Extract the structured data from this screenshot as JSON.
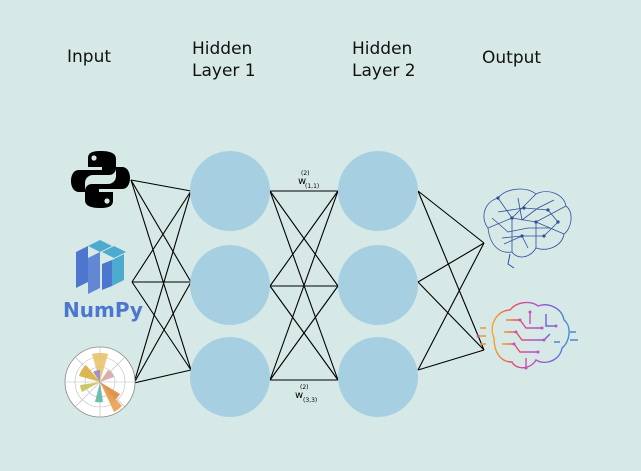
{
  "layers": {
    "input": "Input",
    "hidden1": "Hidden\nLayer 1",
    "hidden2": "Hidden\nLayer 2",
    "output": "Output"
  },
  "weights": {
    "top": {
      "w": "w",
      "sup": "(2)",
      "sub": "(1,1)"
    },
    "bottom": {
      "w": "w",
      "sup": "(2)",
      "sub": "(3,3)"
    }
  },
  "inputs": [
    {
      "icon": "python-logo-icon"
    },
    {
      "icon": "numpy-logo-icon",
      "text": "NumPy"
    },
    {
      "icon": "polar-chart-icon"
    }
  ],
  "outputs": [
    {
      "icon": "wireframe-brain-icon"
    },
    {
      "icon": "circuit-brain-icon"
    }
  ],
  "colors": {
    "background": "#d6e9e7",
    "node": "#a6cfe2",
    "numpy": "#4d77cf",
    "numpy_cube": "#4dabcf",
    "brain_wire": "#2f4f9a"
  }
}
